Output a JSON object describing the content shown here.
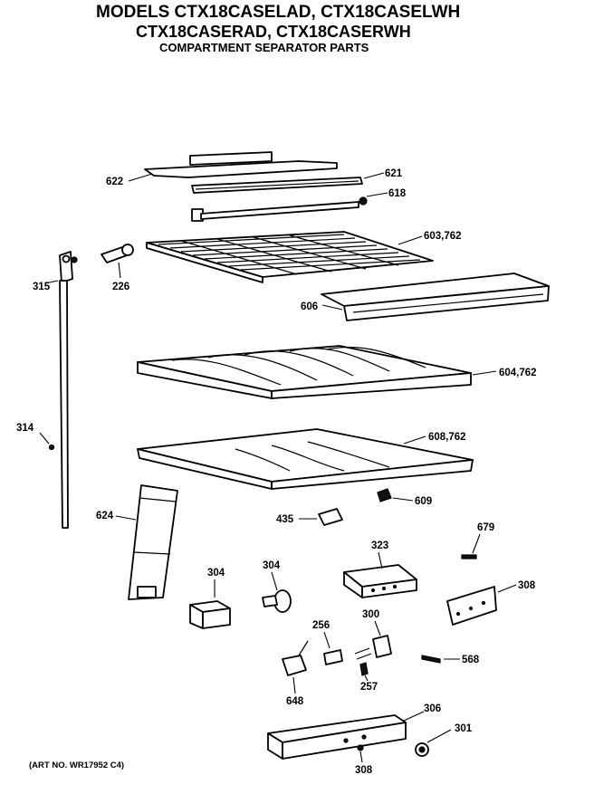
{
  "header": {
    "title_line1": "MODELS CTX18CASELAD, CTX18CASELWH",
    "title_line2": "CTX18CASERAD, CTX18CASERWH",
    "subtitle": "COMPARTMENT SEPARATOR PARTS"
  },
  "art_number": "(ART NO. WR17952 C4)",
  "parts": {
    "p622": "622",
    "p621": "621",
    "p618": "618",
    "p603": "603,762",
    "p226": "226",
    "p315": "315",
    "p606": "606",
    "p604": "604,762",
    "p314": "314",
    "p608": "608,762",
    "p609": "609",
    "p624": "624",
    "p435": "435",
    "p679": "679",
    "p323": "323",
    "p304a": "304",
    "p304b": "304",
    "p308a": "308",
    "p256": "256",
    "p300": "300",
    "p568": "568",
    "p257": "257",
    "p648": "648",
    "p306": "306",
    "p301": "301",
    "p308b": "308"
  }
}
